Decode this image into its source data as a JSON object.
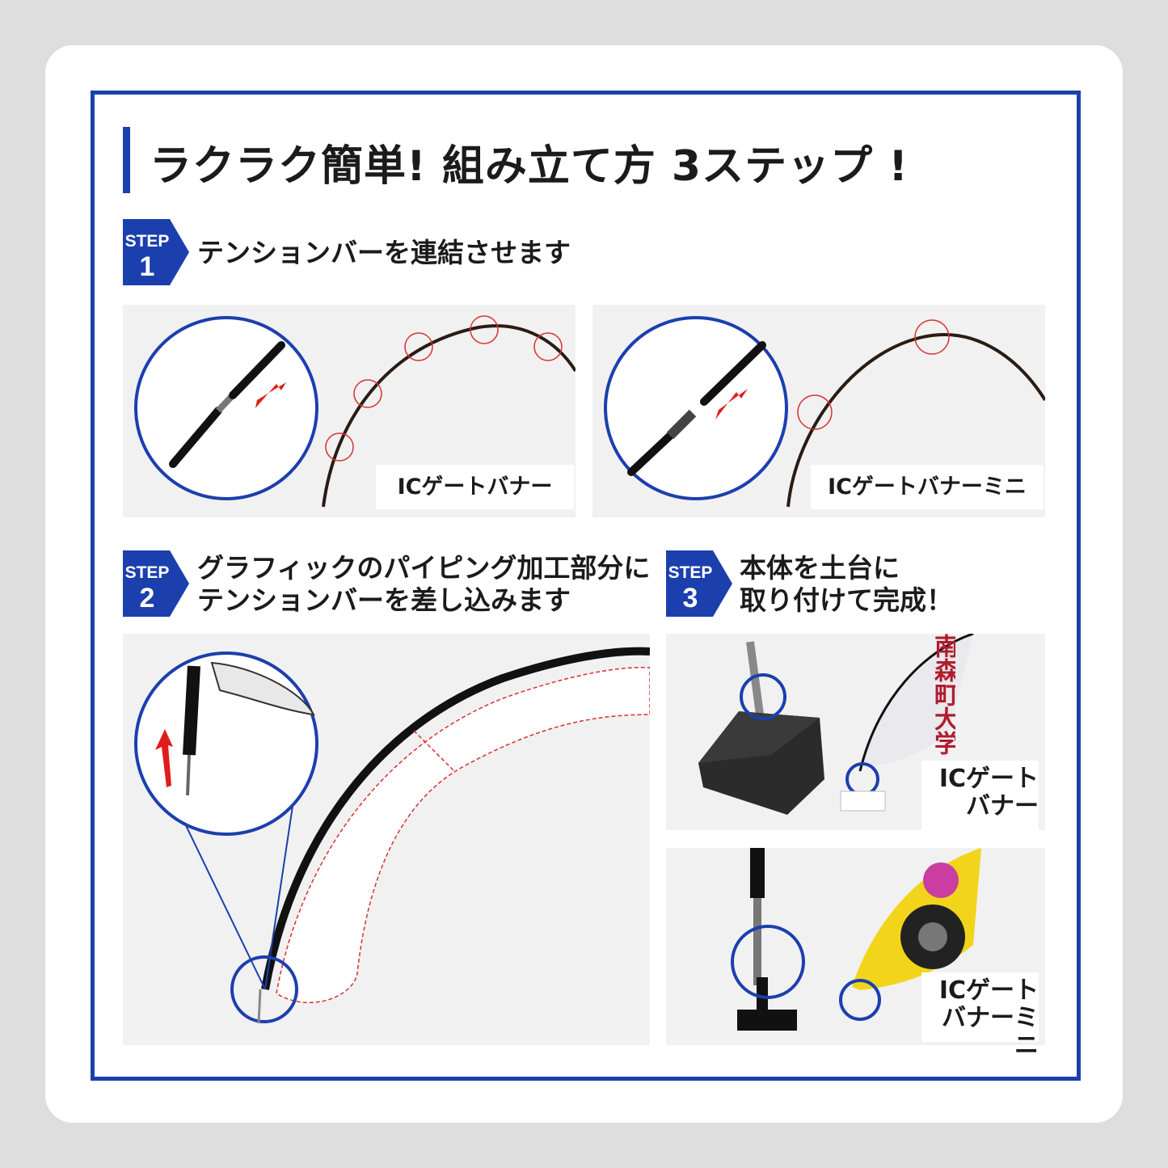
{
  "title": "ラクラク簡単! 組み立て方 3ステップ !",
  "colors": {
    "accent": "#1c3fae",
    "marker": "#d93030",
    "arrow": "#e21b1b",
    "pole": "#1b1b1b",
    "panel": "#f1f1f1"
  },
  "steps": [
    {
      "badge_word": "STEP",
      "badge_num": "1",
      "text": "テンションバーを連結させます"
    },
    {
      "badge_word": "STEP",
      "badge_num": "2",
      "line1": "グラフィックのパイピング加工部分に",
      "line2": "テンションバーを差し込みます"
    },
    {
      "badge_word": "STEP",
      "badge_num": "3",
      "line1": "本体を土台に",
      "line2": "取り付けて完成！"
    }
  ],
  "captions": {
    "banner": "ICゲートバナー",
    "banner_mini": "ICゲートバナーミニ",
    "banner_line1": "ICゲート",
    "banner_line2": "バナー",
    "mini_line1": "ICゲート",
    "mini_line2": "バナーミニ"
  },
  "flag_print": "南森町大学",
  "icons": [
    "arrow-down-left-icon",
    "arrow-up-icon",
    "step-badge-icon"
  ]
}
